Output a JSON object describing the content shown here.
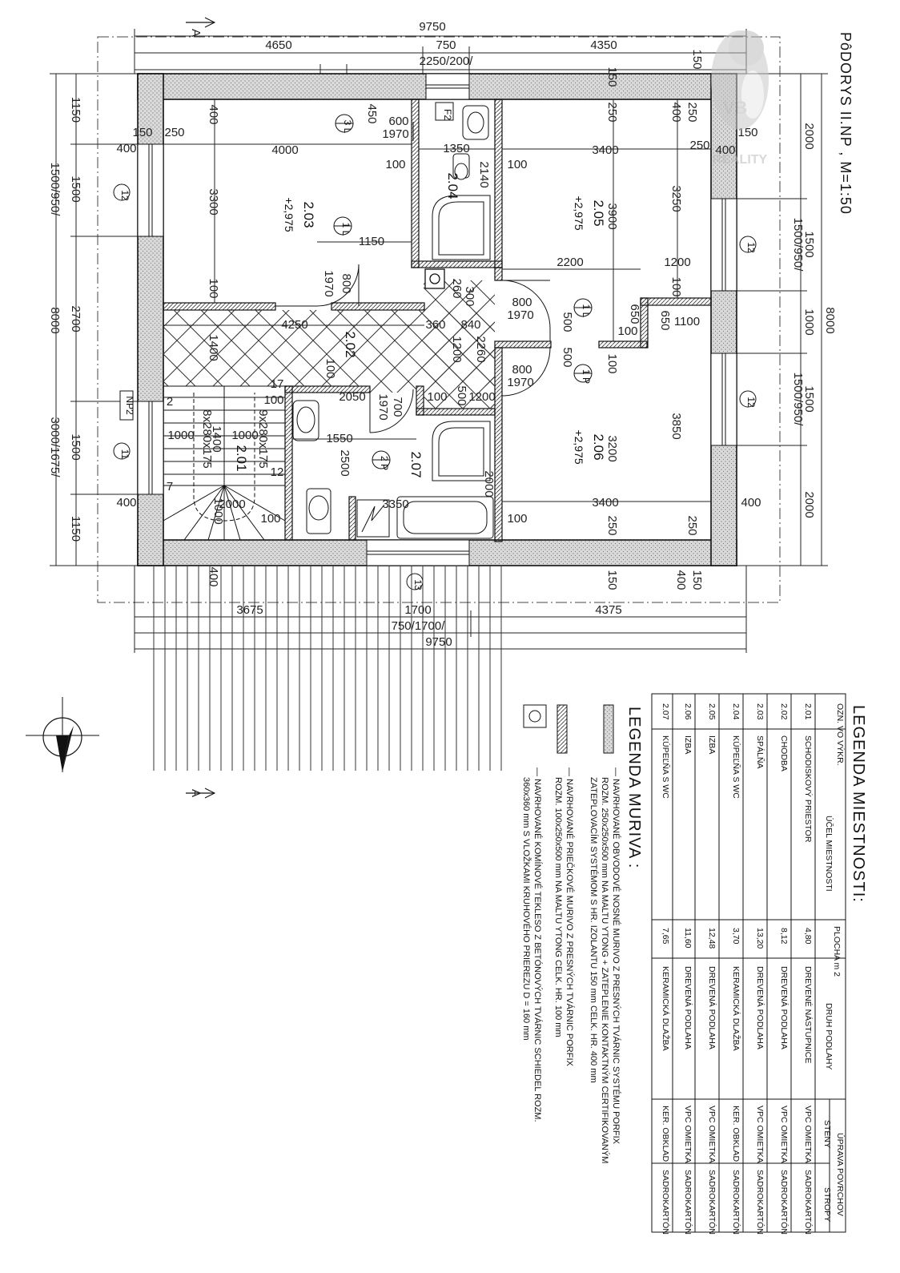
{
  "title": "PôDORYS II.NP , M=1:50",
  "section_mark": "A",
  "logo": {
    "line1": "VB",
    "line2": "REALITY"
  },
  "dims_top": {
    "total": "9750",
    "left": "4650",
    "mid": "750",
    "right": "4350",
    "window": "2250/200/"
  },
  "dims_bottom": {
    "left": "3675",
    "mid": "1700",
    "right": "4375",
    "window": "750/1700/",
    "total": "9750"
  },
  "dims_left": {
    "total": "8000",
    "a": "1150",
    "b": "1500",
    "b2": "1500/950/",
    "c": "2700",
    "d": "1500",
    "d2": "3000/1675/",
    "e": "1150"
  },
  "dims_right": {
    "total": "8000",
    "a": "2000",
    "b": "1500",
    "b2": "1500/950/",
    "c": "1000",
    "d": "1500",
    "d2": "1500/950/",
    "e": "2000"
  },
  "rooms": [
    {
      "no": "2.03",
      "elev": "+2,975"
    },
    {
      "no": "2.04",
      "elev": ""
    },
    {
      "no": "2.05",
      "elev": "+2,975"
    },
    {
      "no": "2.02",
      "elev": ""
    },
    {
      "no": "2.06",
      "elev": "+2,975"
    },
    {
      "no": "2.07",
      "elev": ""
    },
    {
      "no": "2.01",
      "elev": ""
    }
  ],
  "inner_dims": {
    "r203_w": "4000",
    "r203_h": "3300",
    "r203_door": "1150",
    "d400": "400",
    "d100": "100",
    "d250": "250",
    "d150": "150",
    "door_800": "800",
    "door_1970": "1970",
    "door_600": "600",
    "door_700": "700",
    "r204_w": "1350",
    "r205_w": "3400",
    "r205_h": "3900",
    "r205_h2": "3250",
    "hall_w": "2200",
    "hall_w2": "1200",
    "hall_len": "4250",
    "hall_h": "1400",
    "stair_w": "2050",
    "bath_w": "1550",
    "bath_h": "2500",
    "bath_w2": "3350",
    "r206_w": "3400",
    "r206_h": "3200",
    "r206_h2": "3850",
    "d2000": "2000",
    "d1000": "1000",
    "d1100": "1100",
    "d1200": "1200",
    "d650": "650",
    "d500": "500",
    "d360": "360",
    "d840": "840",
    "d260": "260",
    "d2260": "2260",
    "d300": "300",
    "d450": "450",
    "d2140": "2140",
    "stair1": "8x280x175",
    "stair2": "9x280x175",
    "d1400": "1400",
    "d17": "17",
    "d12": "12",
    "d2": "2",
    "d7": "7"
  },
  "markers": {
    "np2": "NP2",
    "w12": "12",
    "w11": "11",
    "w13": "13",
    "f2": "F2",
    "d3l": "3 L",
    "d1l": "1 L",
    "d1p": "1 P",
    "d2p": "2 P"
  },
  "legend_rooms": {
    "title": "LEGENDA MIESTNOSTI:",
    "headers": {
      "code": "OZN. VO VÝKR.",
      "purpose": "ÚČEL MIESTNOSTI",
      "area": "PLOCHA m 2",
      "floor": "DRUH PODLAHY",
      "finish": "ÚPRAVA POVRCHOV",
      "walls": "STENY",
      "ceilings": "STROPY"
    },
    "rows": [
      [
        "2.01",
        "SCHODISKOVÝ PRIESTOR",
        "4,80",
        "DREVENÉ NÁSTUPNICE",
        "VPC OMIETKA",
        "SADROKARTÓN"
      ],
      [
        "2.02",
        "CHODBA",
        "8,12",
        "DREVENÁ PODLAHA",
        "VPC OMIETKA",
        "SADROKARTÓN"
      ],
      [
        "2.03",
        "SPÁLŇA",
        "13,20",
        "DREVENÁ PODLAHA",
        "VPC OMIETKA",
        "SADROKARTÓN"
      ],
      [
        "2.04",
        "KÚPEĽŇA S WC",
        "3,70",
        "KERAMICKÁ DLAŽBA",
        "KER. OBKLAD",
        "SADROKARTÓN"
      ],
      [
        "2.05",
        "IZBA",
        "12,48",
        "DREVENÁ PODLAHA",
        "VPC OMIETKA",
        "SADROKARTÓN"
      ],
      [
        "2.06",
        "IZBA",
        "11,60",
        "DREVENÁ PODLAHA",
        "VPC OMIETKA",
        "SADROKARTÓN"
      ],
      [
        "2.07",
        "KÚPEĽŇA S WC",
        "7,65",
        "KERAMICKÁ DLAŽBA",
        "KER. OBKLAD",
        "SADROKARTÓN"
      ]
    ]
  },
  "legend_masonry": {
    "title": "LEGENDA MURIVA :",
    "items": [
      [
        "— NAVRHOVANÉ OBVODOVÉ NOSNÉ MURIVO Z PRESNÝCH TVÁRNIC SYSTÉMU PORFIX",
        "ROZM. 250x250x500 mm NA MALTU YTONG + ZATEPLENIE KONTAKTNÝM CERTIFIKOVANÝM",
        "ZATEPLOVACÍM SYSTÉMOM S HR. IZOLANTU 150 mm CELK. HR. 400 mm"
      ],
      [
        "— NAVRHOVANÉ PRIEČKOVÉ MURIVO Z PRESNÝCH TVÁRNIC PORFIX",
        "ROZM. 100x250x500 mm NA MALTU YTONG CELK. HR. 100 mm"
      ],
      [
        "— NAVRHOVANÉ KOMÍNOVÉ TEKLESO Z BETÓNOVÝCH TVÁRNIC SCHIEDEL ROZM.",
        "360x360 mm S VLOŽKAMI KRUHOVÉHO PRIEREZU D = 160 mm"
      ]
    ]
  }
}
